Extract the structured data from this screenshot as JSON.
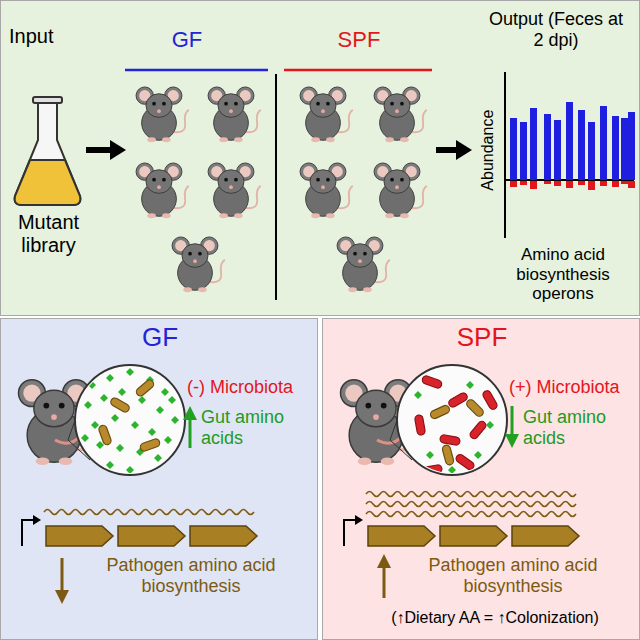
{
  "diagram": {
    "nodes": [
      {
        "text": [
          "Input",
          "Mutant library",
          "GF",
          "SPF",
          "Output (Feces at 2 dpi)",
          "Abundance",
          "Amino acid biosynthesis operons"
        ]
      },
      {
        "text": [
          "GF",
          "(-) Microbiota",
          "Gut amino acids",
          "Pathogen amino acid biosynthesis"
        ]
      },
      {
        "text": [
          "SPF",
          "(+) Microbiota",
          "Gut amino acids",
          "Pathogen amino acid biosynthesis",
          "(↑Dietary AA = ↑Colonization)"
        ]
      }
    ]
  }
}
